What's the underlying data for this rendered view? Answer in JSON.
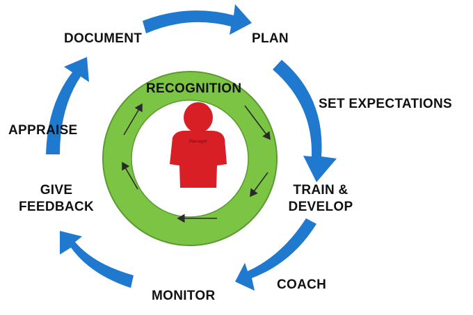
{
  "diagram": {
    "center": {
      "ring_label": "RECOGNITION",
      "figure_label": "Manager"
    },
    "cycle_steps": [
      {
        "id": "document",
        "label": "DOCUMENT"
      },
      {
        "id": "plan",
        "label": "PLAN"
      },
      {
        "id": "set-expectations",
        "label": "SET EXPECTATIONS"
      },
      {
        "id": "train-develop",
        "label": "TRAIN & DEVELOP"
      },
      {
        "id": "coach",
        "label": "COACH"
      },
      {
        "id": "monitor",
        "label": "MONITOR"
      },
      {
        "id": "give-feedback",
        "label": "GIVE FEEDBACK"
      },
      {
        "id": "appraise",
        "label": "APPRAISE"
      }
    ],
    "colors": {
      "cycle_arrow": "#1f79cf",
      "ring_fill": "#7cc544",
      "ring_stroke": "#5a9a30",
      "figure": "#d81f26",
      "inner_arrow": "#2a2a2a",
      "text": "#111111"
    }
  }
}
